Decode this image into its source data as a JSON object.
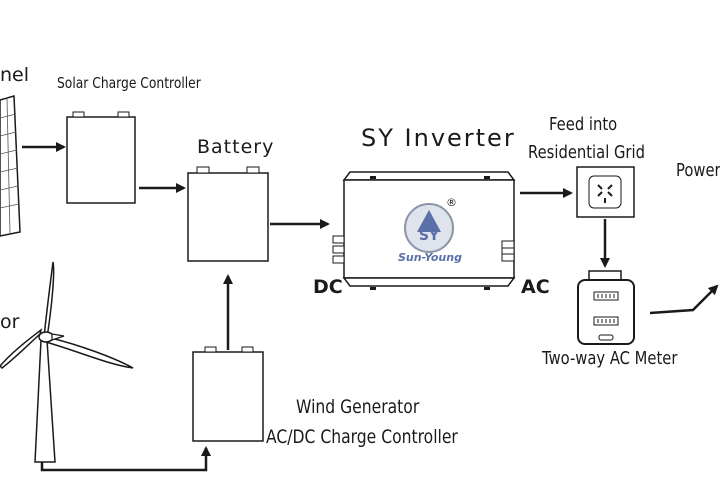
{
  "labels": {
    "solar_panel": "nel",
    "solar_charge_controller": "Solar Charge Controller",
    "battery": "Battery",
    "inverter_title": "SY Inverter",
    "feed_line1": "Feed into",
    "feed_line2": "Residential Grid",
    "power": "Power",
    "dc": "DC",
    "ac": "AC",
    "wind_generator_side": "or",
    "two_way_meter": "Two-way AC Meter",
    "wind_line1": "Wind Generator",
    "wind_line2": "AC/DC Charge Controller"
  },
  "logo": {
    "text": "Sun-Young",
    "registered": "®"
  },
  "colors": {
    "line": "#1a1a1a",
    "logo_blue": "#5b6fa8",
    "logo_gray": "#8a93a8"
  }
}
